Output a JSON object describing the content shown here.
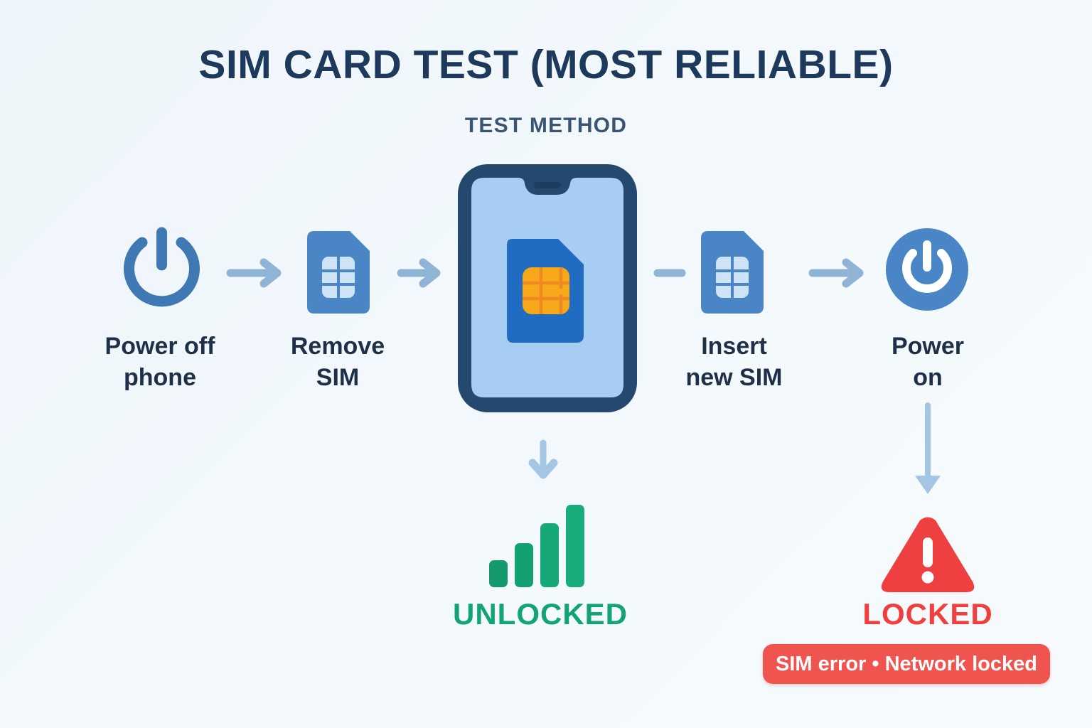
{
  "header": {
    "title": "SIM CARD TEST (MOST RELIABLE)",
    "subtitle": "TEST METHOD"
  },
  "steps": [
    {
      "id": "power-off",
      "label": "Power off\nphone",
      "icon": "power-off-icon"
    },
    {
      "id": "remove-sim",
      "label": "Remove\nSIM",
      "icon": "sim-card-icon"
    },
    {
      "id": "phone",
      "label": "",
      "icon": "phone-with-sim-icon"
    },
    {
      "id": "insert-sim",
      "label": "Insert\nnew SIM",
      "icon": "sim-card-icon"
    },
    {
      "id": "power-on",
      "label": "Power\non",
      "icon": "power-on-icon"
    }
  ],
  "outcomes": {
    "unlocked": {
      "label": "UNLOCKED",
      "icon": "signal-bars-icon",
      "color": "#12a474",
      "bars": [
        38,
        62,
        90,
        116
      ]
    },
    "locked": {
      "label": "LOCKED",
      "icon": "warning-triangle-icon",
      "color": "#ef3f3f",
      "badge": "SIM error • Network locked"
    }
  },
  "connectors": [
    {
      "id": "arrow-1",
      "kind": "arrow-right-icon"
    },
    {
      "id": "arrow-2",
      "kind": "arrow-right-icon"
    },
    {
      "id": "dash-1",
      "kind": "dash-icon"
    },
    {
      "id": "arrow-3",
      "kind": "arrow-right-icon"
    },
    {
      "id": "arrow-down-unlocked",
      "kind": "arrow-down-icon"
    },
    {
      "id": "arrow-down-locked",
      "kind": "arrow-down-long-icon"
    }
  ],
  "colors": {
    "background": "#f1f7fb",
    "title": "#1d3a5c",
    "subtitle": "#3a5571",
    "label": "#1e3048",
    "blue_primary": "#4a86c5",
    "blue_dark": "#2b5d8f",
    "phone_frame": "#24486e",
    "phone_screen": "#a8cdf3",
    "sim_blue": "#1f6cc0",
    "chip_orange": "#f7a81b",
    "arrow_blue": "#8fb4d6",
    "green": "#12a474",
    "red": "#ef3f3f"
  }
}
